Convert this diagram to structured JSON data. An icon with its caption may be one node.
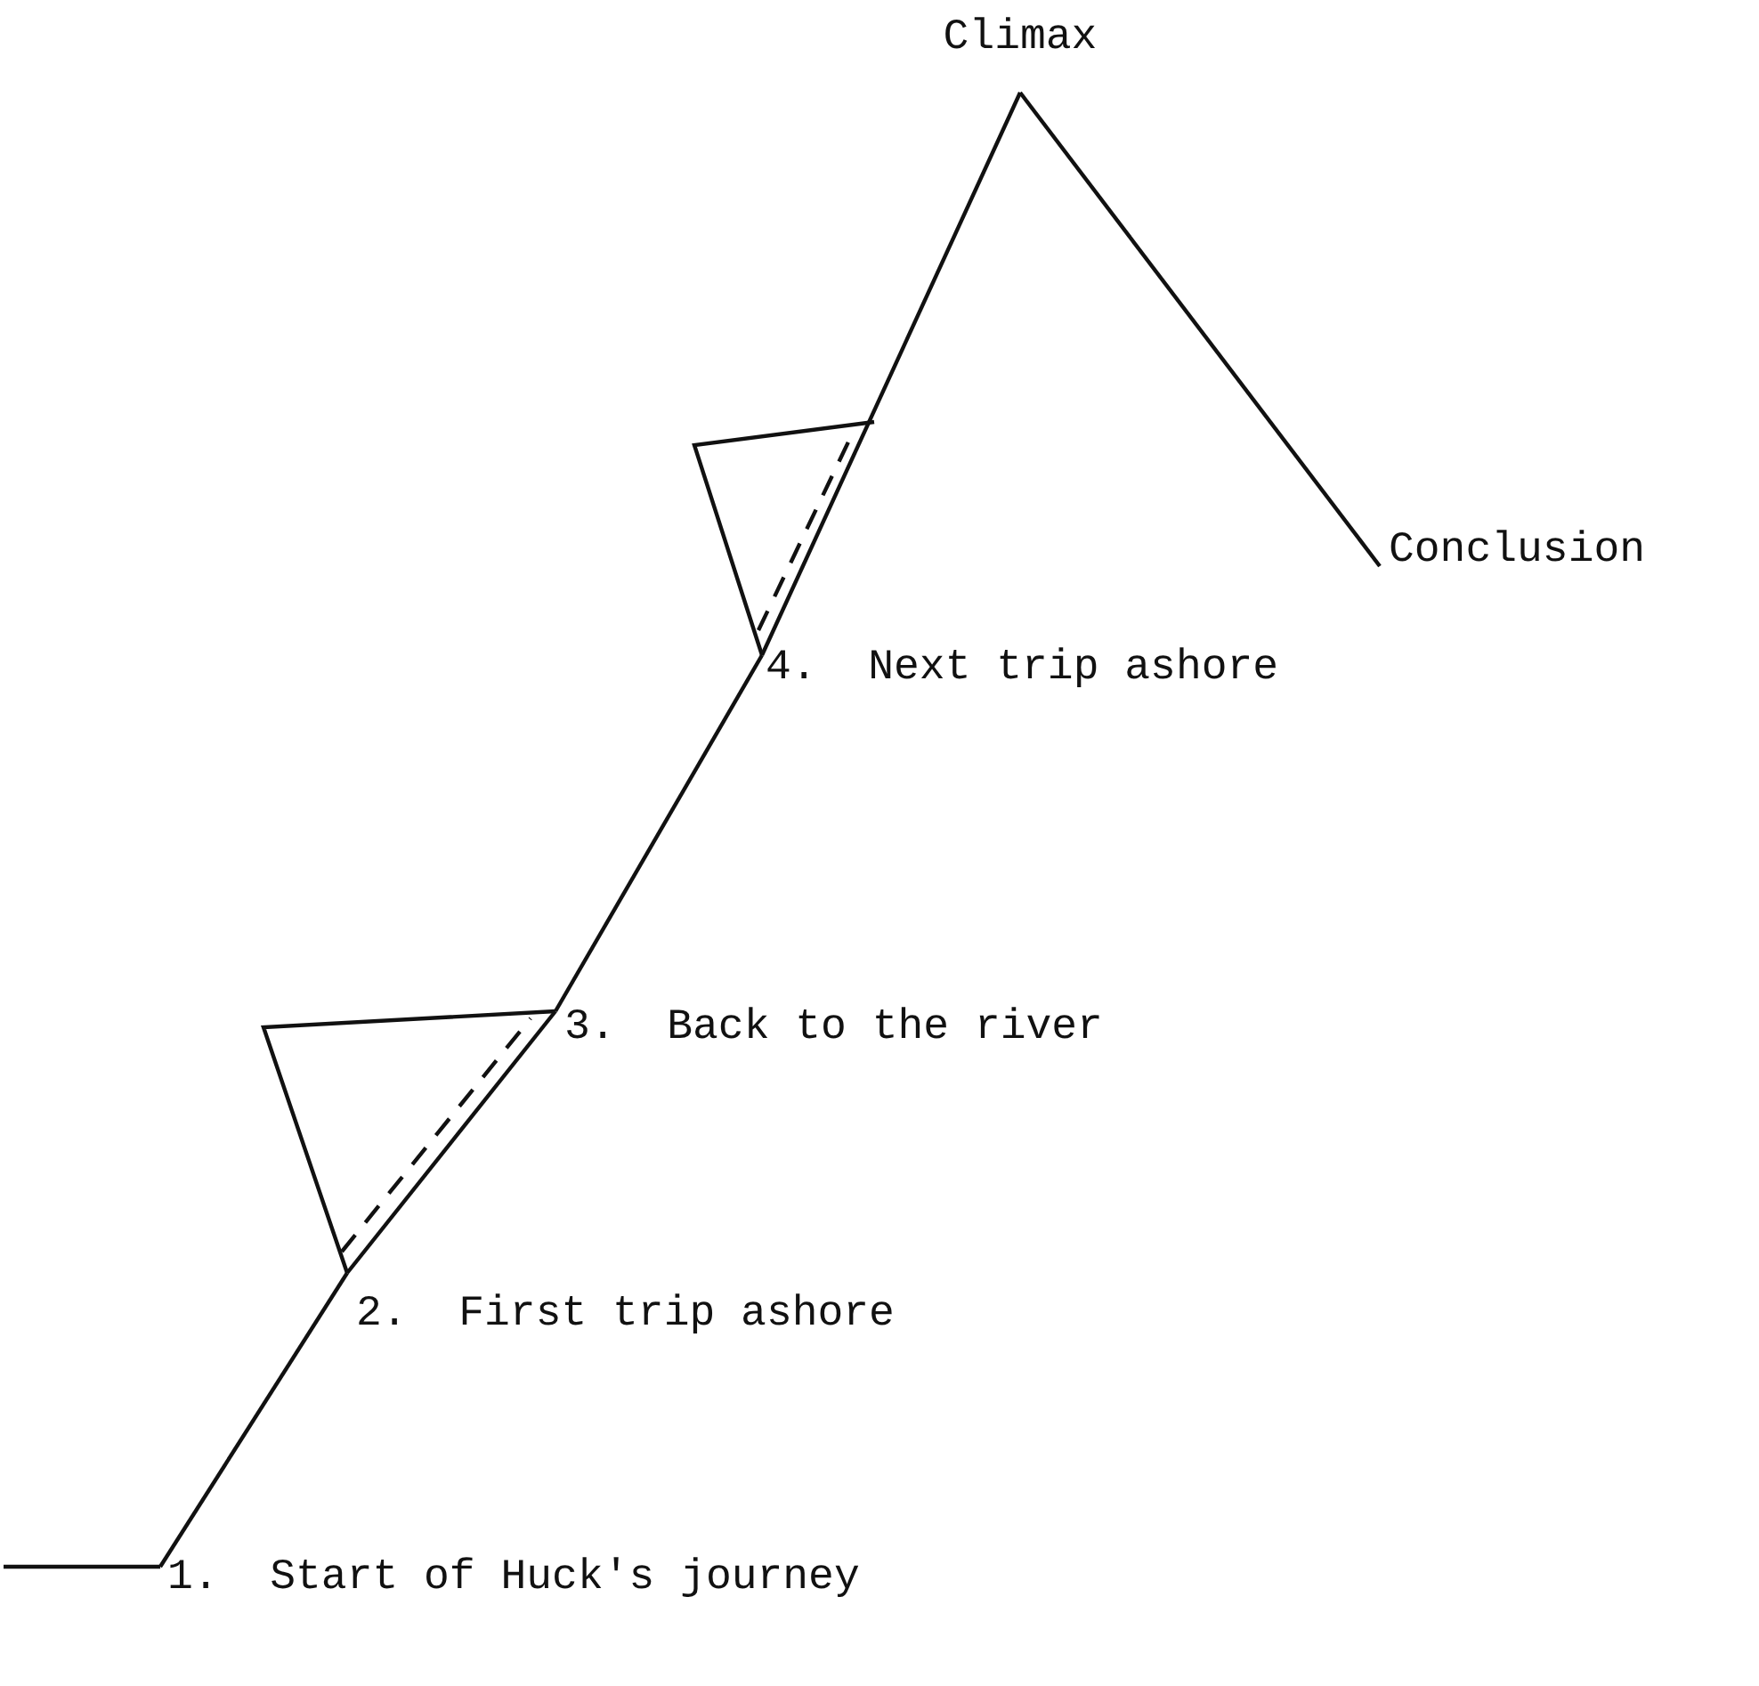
{
  "diagram": {
    "nodes": [
      {
        "text": [
          "1.  Start of Huck's journey"
        ]
      },
      {
        "text": [
          "2.  First trip ashore"
        ]
      },
      {
        "text": [
          "3.  Back to the river"
        ]
      },
      {
        "text": [
          "4.  Next trip ashore"
        ]
      },
      {
        "text": [
          "Climax"
        ]
      },
      {
        "text": [
          "Conclusion"
        ]
      }
    ],
    "edges": [
      {
        "from": null,
        "to": 0,
        "arrow": "none"
      },
      {
        "from": 0,
        "to": 1,
        "arrow": "none"
      },
      {
        "from": 1,
        "to": 2,
        "arrow": "none"
      },
      {
        "from": 1,
        "to": 2,
        "arrow": "none"
      },
      {
        "from": 1,
        "to": 2,
        "arrow": "none",
        "style": "dashed"
      },
      {
        "from": 2,
        "to": 3,
        "arrow": "none"
      },
      {
        "from": 3,
        "to": 4,
        "arrow": "none"
      },
      {
        "from": 4,
        "to": 5,
        "arrow": "none"
      },
      {
        "from": 3,
        "to": null,
        "arrow": "none"
      },
      {
        "from": 3,
        "to": null,
        "arrow": "none",
        "style": "dashed"
      }
    ]
  }
}
